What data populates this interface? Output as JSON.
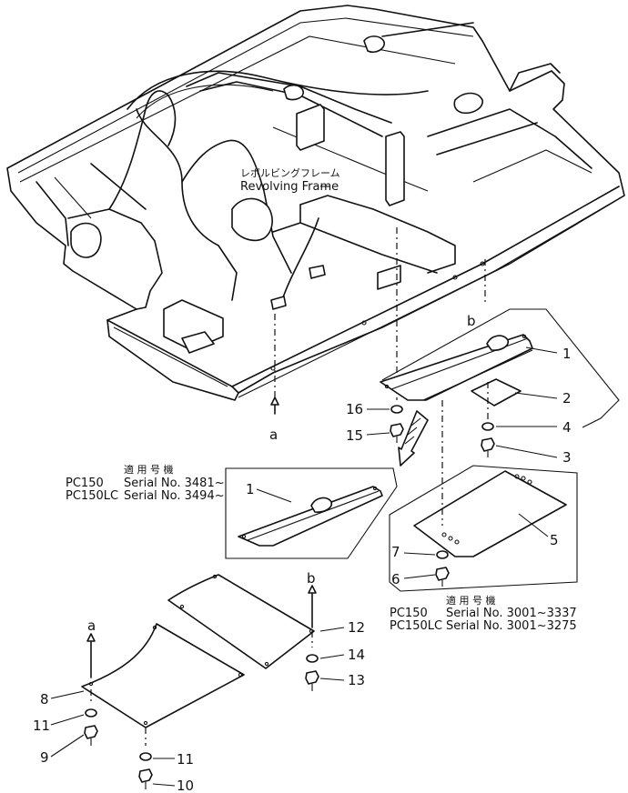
{
  "main_label": {
    "jp": "レボルビングフレーム",
    "en": "Revolving Frame"
  },
  "view_markers": {
    "a_top": "a",
    "b_top": "b",
    "a_bottom": "a",
    "b_bottom": "b"
  },
  "serial_box_left": {
    "header": "適 用 号 機",
    "rows": [
      {
        "model": "PC150",
        "serial": "Serial  No.  3481~"
      },
      {
        "model": "PC150LC",
        "serial": "Serial  No.  3494~"
      }
    ]
  },
  "serial_box_right": {
    "header": "適 用 号 機",
    "rows": [
      {
        "model": "PC150",
        "serial": "Serial  No.  3001~3337"
      },
      {
        "model": "PC150LC",
        "serial": "Serial  No.  3001~3275"
      }
    ]
  },
  "callouts": {
    "c1": "1",
    "c2": "2",
    "c3": "3",
    "c4": "4",
    "c5": "5",
    "c6": "6",
    "c7": "7",
    "c16": "16",
    "c15": "15",
    "c1_inset": "1",
    "c12": "12",
    "c14": "14",
    "c13": "13",
    "c8": "8",
    "c11a": "11",
    "c9": "9",
    "c11b": "11",
    "c10": "10"
  }
}
